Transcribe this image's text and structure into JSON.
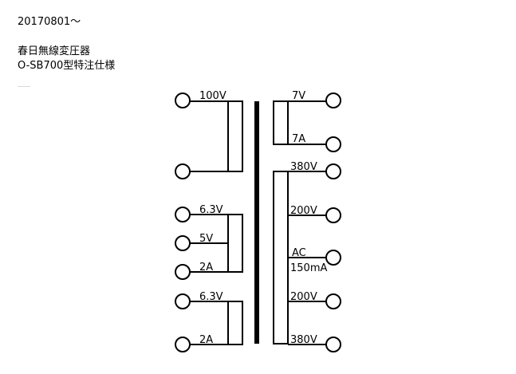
{
  "header": {
    "date": "20170801～",
    "maker": "春日無線変圧器",
    "model": "O-SB700型特注仕様"
  },
  "primary": {
    "voltage_label": "100V"
  },
  "secondary_low": {
    "voltage_label": "7V",
    "current_label": "7A"
  },
  "heater1": {
    "top_label": "6.3V",
    "mid_label": "5V",
    "bottom_label": "2A"
  },
  "heater2": {
    "top_label": "6.3V",
    "bottom_label": "2A"
  },
  "high_voltage": {
    "top_label": "380V",
    "upper_mid_label": "200V",
    "ac_label": "AC",
    "current_label": "150mA",
    "lower_mid_label": "200V",
    "bottom_label": "380V"
  }
}
